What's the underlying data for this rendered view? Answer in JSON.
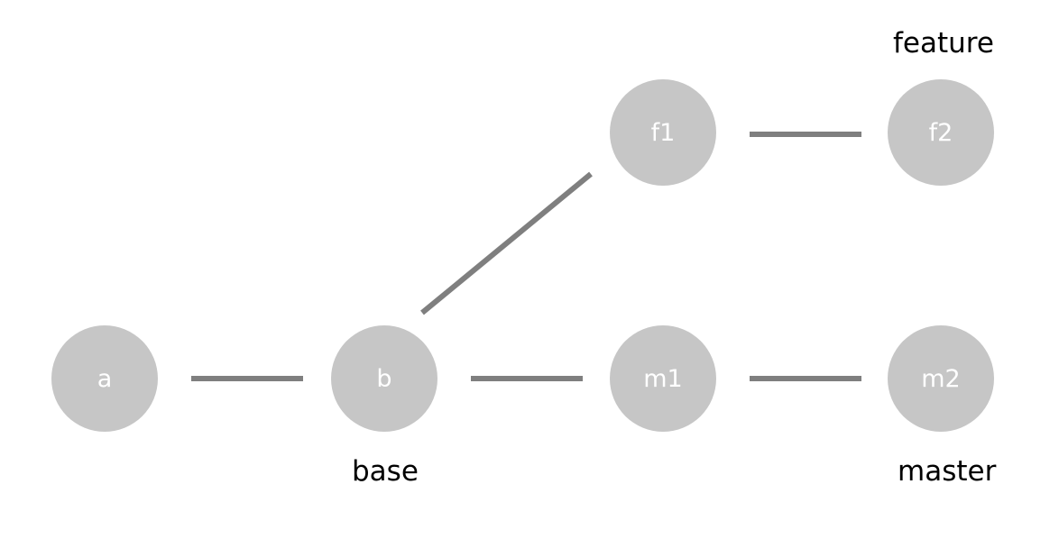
{
  "colors": {
    "background": "#ffffff",
    "node_fill": "#c6c6c6",
    "node_text": "#ffffff",
    "edge": "#7f7f7f",
    "label_text": "#000000"
  },
  "nodes": {
    "a": "a",
    "b": "b",
    "m1": "m1",
    "m2": "m2",
    "f1": "f1",
    "f2": "f2"
  },
  "labels": {
    "base": "base",
    "master": "master",
    "feature": "feature"
  },
  "edges": [
    [
      "a",
      "b"
    ],
    [
      "b",
      "m1"
    ],
    [
      "m1",
      "m2"
    ],
    [
      "b",
      "f1"
    ],
    [
      "f1",
      "f2"
    ]
  ]
}
